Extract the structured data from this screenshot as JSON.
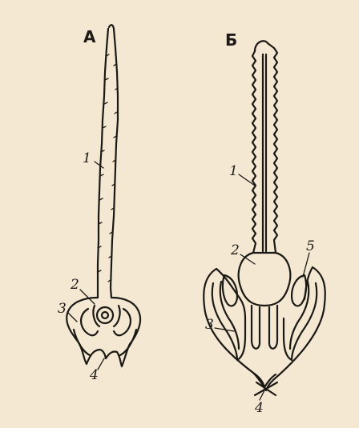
{
  "panels": [
    {
      "id": "A",
      "title": "А",
      "labels": [
        "1",
        "2",
        "3",
        "4"
      ]
    },
    {
      "id": "B",
      "title": "Б",
      "labels": [
        "1",
        "2",
        "3",
        "4",
        "5"
      ]
    }
  ],
  "colors": {
    "paper": "#f4e8d2",
    "ink": "#1b1915"
  }
}
